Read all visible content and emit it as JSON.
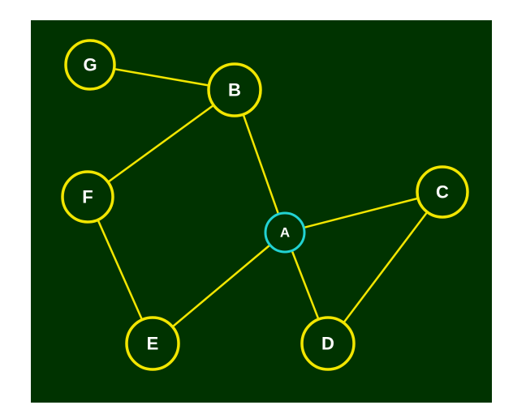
{
  "graph": {
    "colors": {
      "background": "#003300",
      "edge": "#f2e600",
      "node_stroke": "#f2e600",
      "highlight_stroke": "#22d3d3",
      "node_fill": "#003300",
      "label": "#ffffff"
    },
    "nodes": [
      {
        "id": "G",
        "label": "G",
        "highlighted": false
      },
      {
        "id": "B",
        "label": "B",
        "highlighted": false
      },
      {
        "id": "F",
        "label": "F",
        "highlighted": false
      },
      {
        "id": "C",
        "label": "C",
        "highlighted": false
      },
      {
        "id": "A",
        "label": "A",
        "highlighted": true
      },
      {
        "id": "E",
        "label": "E",
        "highlighted": false
      },
      {
        "id": "D",
        "label": "D",
        "highlighted": false
      }
    ],
    "edges": [
      {
        "from": "G",
        "to": "B"
      },
      {
        "from": "B",
        "to": "F"
      },
      {
        "from": "B",
        "to": "A"
      },
      {
        "from": "F",
        "to": "E"
      },
      {
        "from": "A",
        "to": "C"
      },
      {
        "from": "A",
        "to": "E"
      },
      {
        "from": "A",
        "to": "D"
      },
      {
        "from": "C",
        "to": "D"
      }
    ]
  }
}
